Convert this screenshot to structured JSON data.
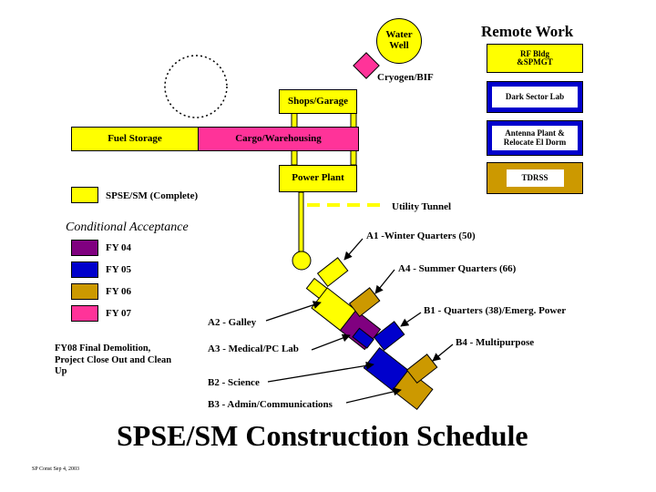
{
  "colors": {
    "yellow": "#FFFF00",
    "magenta": "#FF3399",
    "purple": "#800080",
    "blue": "#0000CC",
    "gold": "#CC9900",
    "navy": "#000080",
    "pink": "#FF3399"
  },
  "title": "SPSE/SM Construction Schedule",
  "footer": "SP Const  Sep 4, 2003",
  "remote": {
    "heading": "Remote Work",
    "items": [
      {
        "label": "RF Bldg &SPMGT",
        "status": "Complete"
      },
      {
        "label": "Dark Sector Lab",
        "status": "FY 05"
      },
      {
        "label": "Antenna Plant & Relocate El Dorm",
        "status": "FY 05"
      },
      {
        "label": "TDRSS",
        "status": "FY 06"
      }
    ]
  },
  "facilities": {
    "water_well": "Water Well",
    "cryogen": "Cryogen/BIF",
    "shops": "Shops/Garage",
    "fuel": "Fuel Storage",
    "cargo": "Cargo/Warehousing",
    "power": "Power Plant",
    "utility_tunnel": "Utility Tunnel"
  },
  "legend": {
    "complete": "SPSE/SM  (Complete)",
    "conditional_heading": "Conditional Acceptance",
    "items": [
      {
        "label": "FY 04",
        "color": "purple"
      },
      {
        "label": "FY 05",
        "color": "blue"
      },
      {
        "label": "FY 06",
        "color": "gold"
      },
      {
        "label": "FY 07",
        "color": "pink"
      }
    ]
  },
  "fy08_note": "FY08 Final Demolition, Project Close Out and Clean Up",
  "wings": {
    "a1": "A1 -Winter Quarters (50)",
    "a4": "A4 -  Summer Quarters (66)",
    "b1": "B1 - Quarters (38)/Emerg. Power",
    "b4": "B4 - Multipurpose",
    "a2": "A2 - Galley",
    "a3": "A3 - Medical/PC Lab",
    "b2": "B2 - Science",
    "b3": "B3 - Admin/Communications"
  }
}
